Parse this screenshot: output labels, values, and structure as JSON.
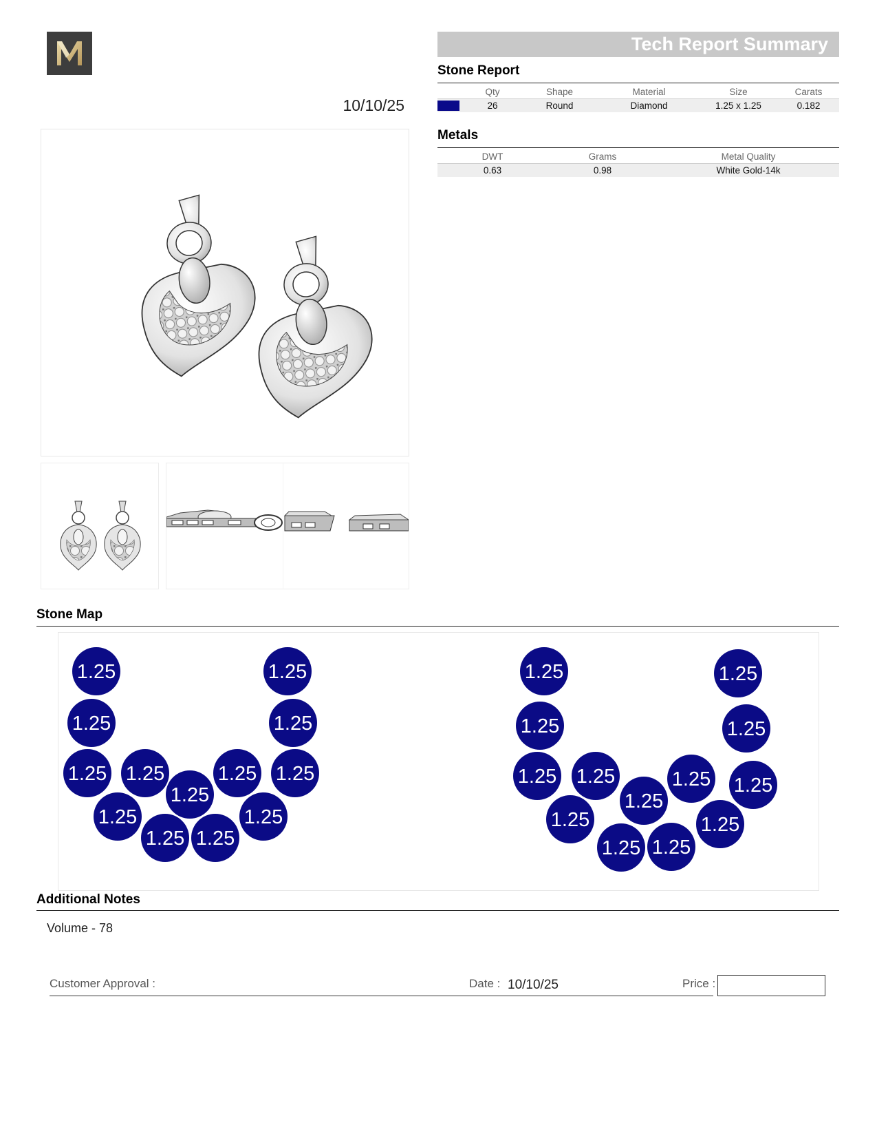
{
  "logo": {
    "letter": "M"
  },
  "header": {
    "title": "Tech Report Summary",
    "date": "10/10/25"
  },
  "stone_report": {
    "title": "Stone Report",
    "columns": [
      "Qty",
      "Shape",
      "Material",
      "Size",
      "Carats"
    ],
    "rows": [
      {
        "color": "#0a0a8a",
        "qty": "26",
        "shape": "Round",
        "material": "Diamond",
        "size": "1.25 x 1.25",
        "carats": "0.182"
      }
    ]
  },
  "metals": {
    "title": "Metals",
    "columns": [
      "DWT",
      "Grams",
      "Metal Quality"
    ],
    "rows": [
      {
        "dwt": "0.63",
        "grams": "0.98",
        "quality": "White Gold-14k"
      }
    ]
  },
  "stone_map": {
    "title": "Stone Map",
    "stone_color": "#0b0b86",
    "stone_label": "1.25",
    "stone_count": 26
  },
  "notes": {
    "title": "Additional Notes",
    "text": "Volume - 78"
  },
  "approval": {
    "customer_label": "Customer Approval :",
    "date_label": "Date :",
    "date_value": "10/10/25",
    "price_label": "Price :",
    "price_value": ""
  }
}
